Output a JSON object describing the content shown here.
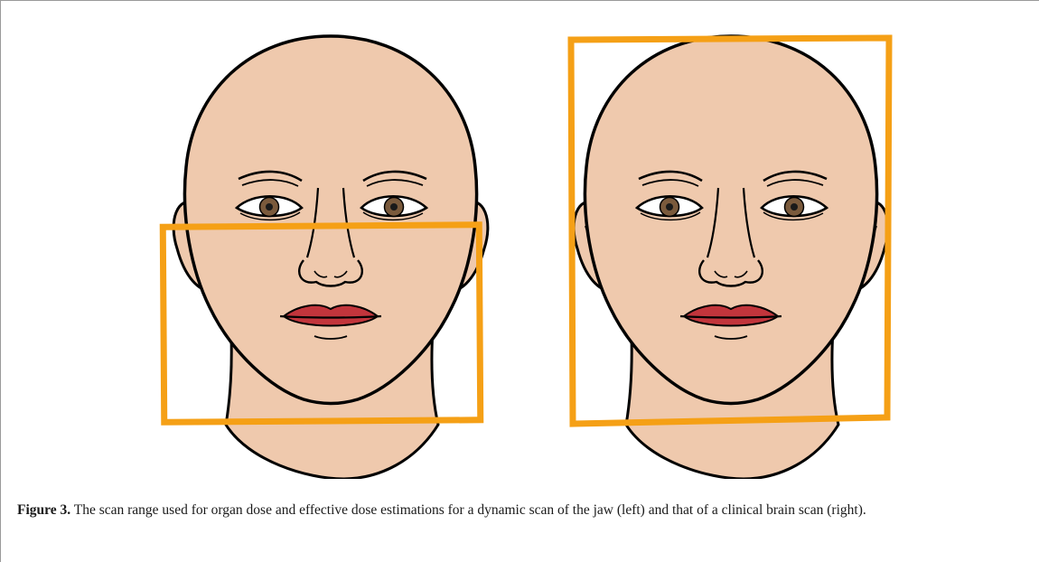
{
  "figure": {
    "label": "Figure 3.",
    "caption": "The scan range used for organ dose and effective dose estimations for a dynamic scan of the jaw (left) and that of a clinical brain scan (right)."
  },
  "colors": {
    "skin": "#efc9ad",
    "outline": "#000000",
    "scan_box": "#f5a016",
    "lips": "#c2353c",
    "iris": "#7a5a3c"
  },
  "panels": [
    {
      "name": "jaw-scan-face",
      "scan_range": "jaw"
    },
    {
      "name": "brain-scan-face",
      "scan_range": "brain"
    }
  ]
}
